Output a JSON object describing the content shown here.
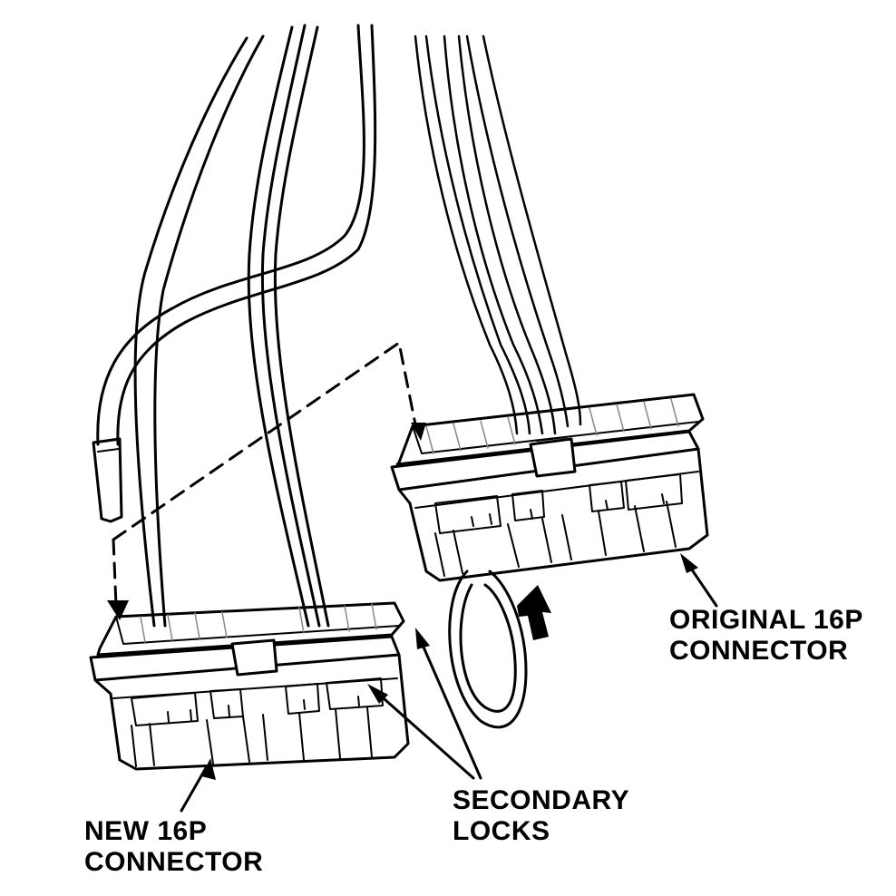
{
  "labels": {
    "original_connector": [
      "ORIGINAL 16P",
      "CONNECTOR"
    ],
    "secondary_locks": [
      "SECONDARY",
      "LOCKS"
    ],
    "new_connector": [
      "NEW 16P",
      "CONNECTOR"
    ]
  },
  "colors": {
    "ink": "#000000",
    "paper": "#ffffff",
    "hatch": "#888888"
  }
}
